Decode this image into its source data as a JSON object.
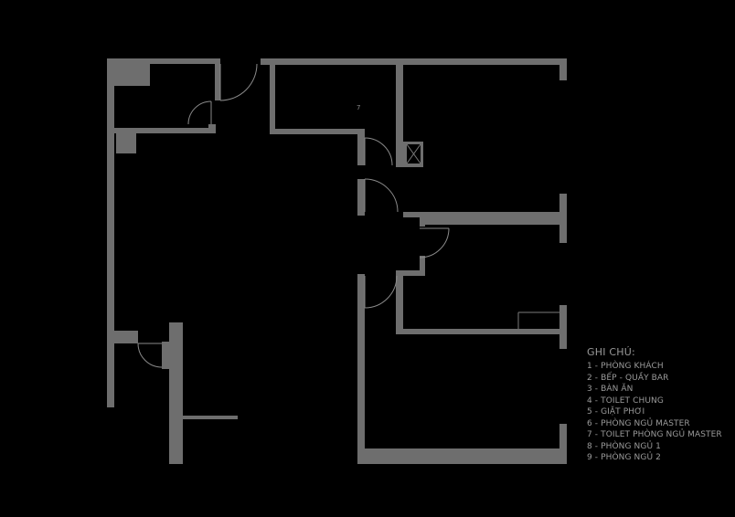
{
  "plan": {
    "room_label": "7",
    "wall_color": "#6e6e6e",
    "background_color": "#000000"
  },
  "legend": {
    "title": "GHI CHÚ:",
    "items": [
      "1 - PHÒNG KHÁCH",
      "2 - BẾP - QUẦY BAR",
      "3 - BÀN ĂN",
      "4 - TOILET CHUNG",
      "5 - GIẶT PHƠI",
      "6 - PHÒNG NGỦ MASTER",
      "7 - TOILET PHÒNG NGỦ MASTER",
      "8 - PHÒNG NGỦ 1",
      "9 - PHÒNG NGỦ 2"
    ]
  }
}
